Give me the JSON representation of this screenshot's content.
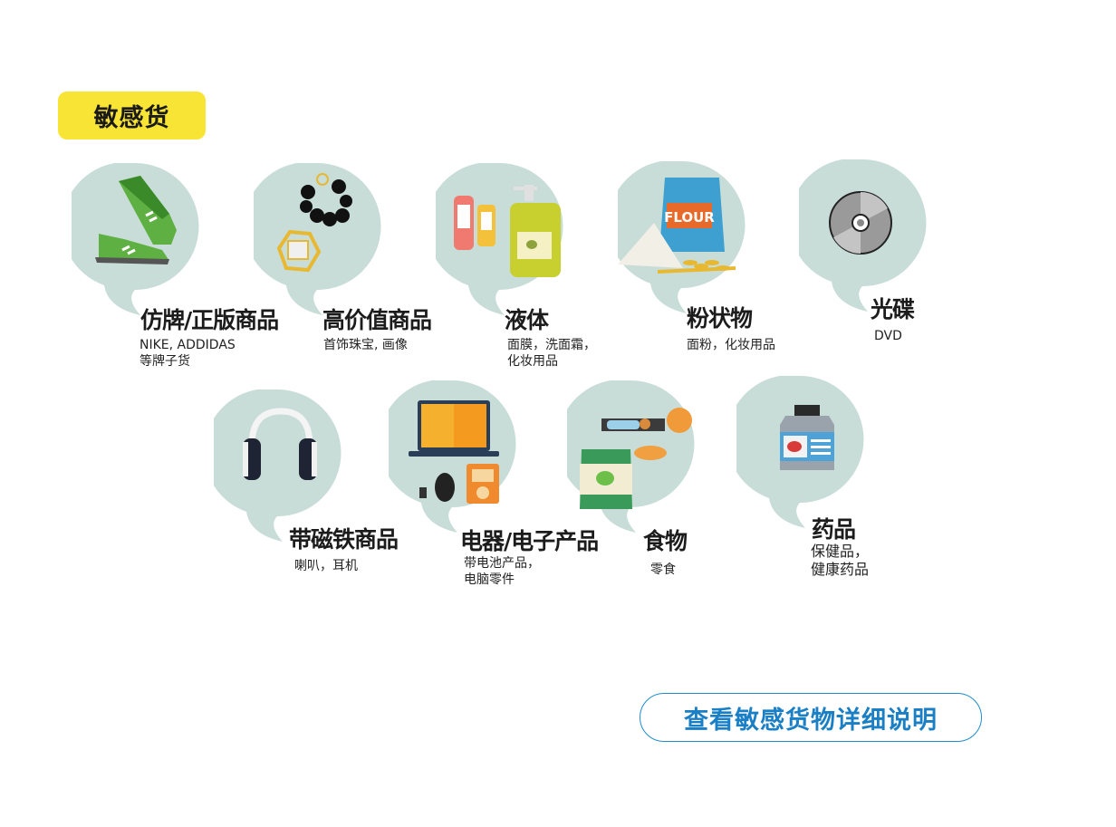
{
  "header": {
    "badge_label": "敏感货"
  },
  "categories": [
    {
      "title": "仿牌/正版商品",
      "desc": "NIKE, ADDIDAS\n等牌子货",
      "icon": "sneakers-icon"
    },
    {
      "title": "高价值商品",
      "desc": "首饰珠宝, 画像",
      "icon": "jewelry-icon"
    },
    {
      "title": "液体",
      "desc": "面膜，洗面霜，\n化妆用品",
      "icon": "liquid-bottles-icon"
    },
    {
      "title": "粉状物",
      "desc": "面粉，化妆用品",
      "icon": "flour-icon",
      "bag_text": "FLOUR"
    },
    {
      "title": "光碟",
      "desc": "DVD",
      "icon": "disc-icon"
    },
    {
      "title": "带磁铁商品",
      "desc": "喇叭，耳机",
      "icon": "headphones-icon"
    },
    {
      "title": "电器/电子产品",
      "desc": "带电池产品，\n电脑零件",
      "icon": "electronics-icon"
    },
    {
      "title": "食物",
      "desc": "零食",
      "icon": "food-icon"
    },
    {
      "title": "药品",
      "desc": "保健品，\n健康药品",
      "icon": "medicine-bottle-icon"
    }
  ],
  "cta": {
    "label": "查看敏感货物详细说明"
  },
  "colors": {
    "badge_bg": "#f8e434",
    "bubble": "#c8ddd8",
    "cta_border": "#1e8ecf",
    "cta_text": "#1a7fc4"
  }
}
